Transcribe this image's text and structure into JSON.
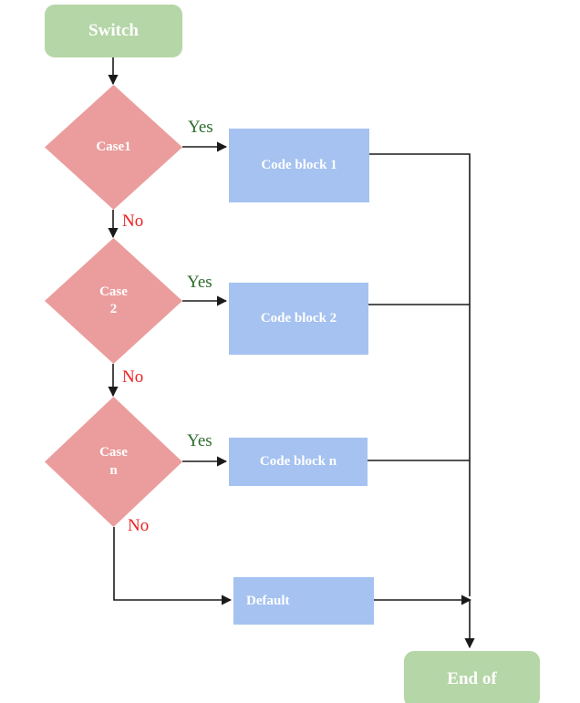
{
  "diagram": {
    "title": "Switch statement flowchart",
    "colors": {
      "terminal_fill": "#b5d6a7",
      "decision_fill": "#eb9d9d",
      "process_fill": "#a5c2f0",
      "node_text": "#ffffff",
      "yes_label": "#2d6a2d",
      "no_label": "#ee2020",
      "edge_stroke": "#1a1a1a",
      "background": "#ffffff"
    },
    "nodes": {
      "start": {
        "label": "Switch",
        "type": "terminal"
      },
      "case1": {
        "label": "Case1",
        "type": "decision"
      },
      "case2": {
        "label": "Case\n2",
        "type": "decision"
      },
      "casen": {
        "label": "Case\nn",
        "type": "decision"
      },
      "block1": {
        "label": "Code block 1",
        "type": "process"
      },
      "block2": {
        "label": "Code block 2",
        "type": "process"
      },
      "blockn": {
        "label": "Code block n",
        "type": "process"
      },
      "default": {
        "label": "Default",
        "type": "process"
      },
      "end": {
        "label": "End of",
        "type": "terminal"
      }
    },
    "edge_labels": {
      "yes1": "Yes",
      "yes2": "Yes",
      "yesn": "Yes",
      "no1": "No",
      "no2": "No",
      "non": "No"
    }
  }
}
